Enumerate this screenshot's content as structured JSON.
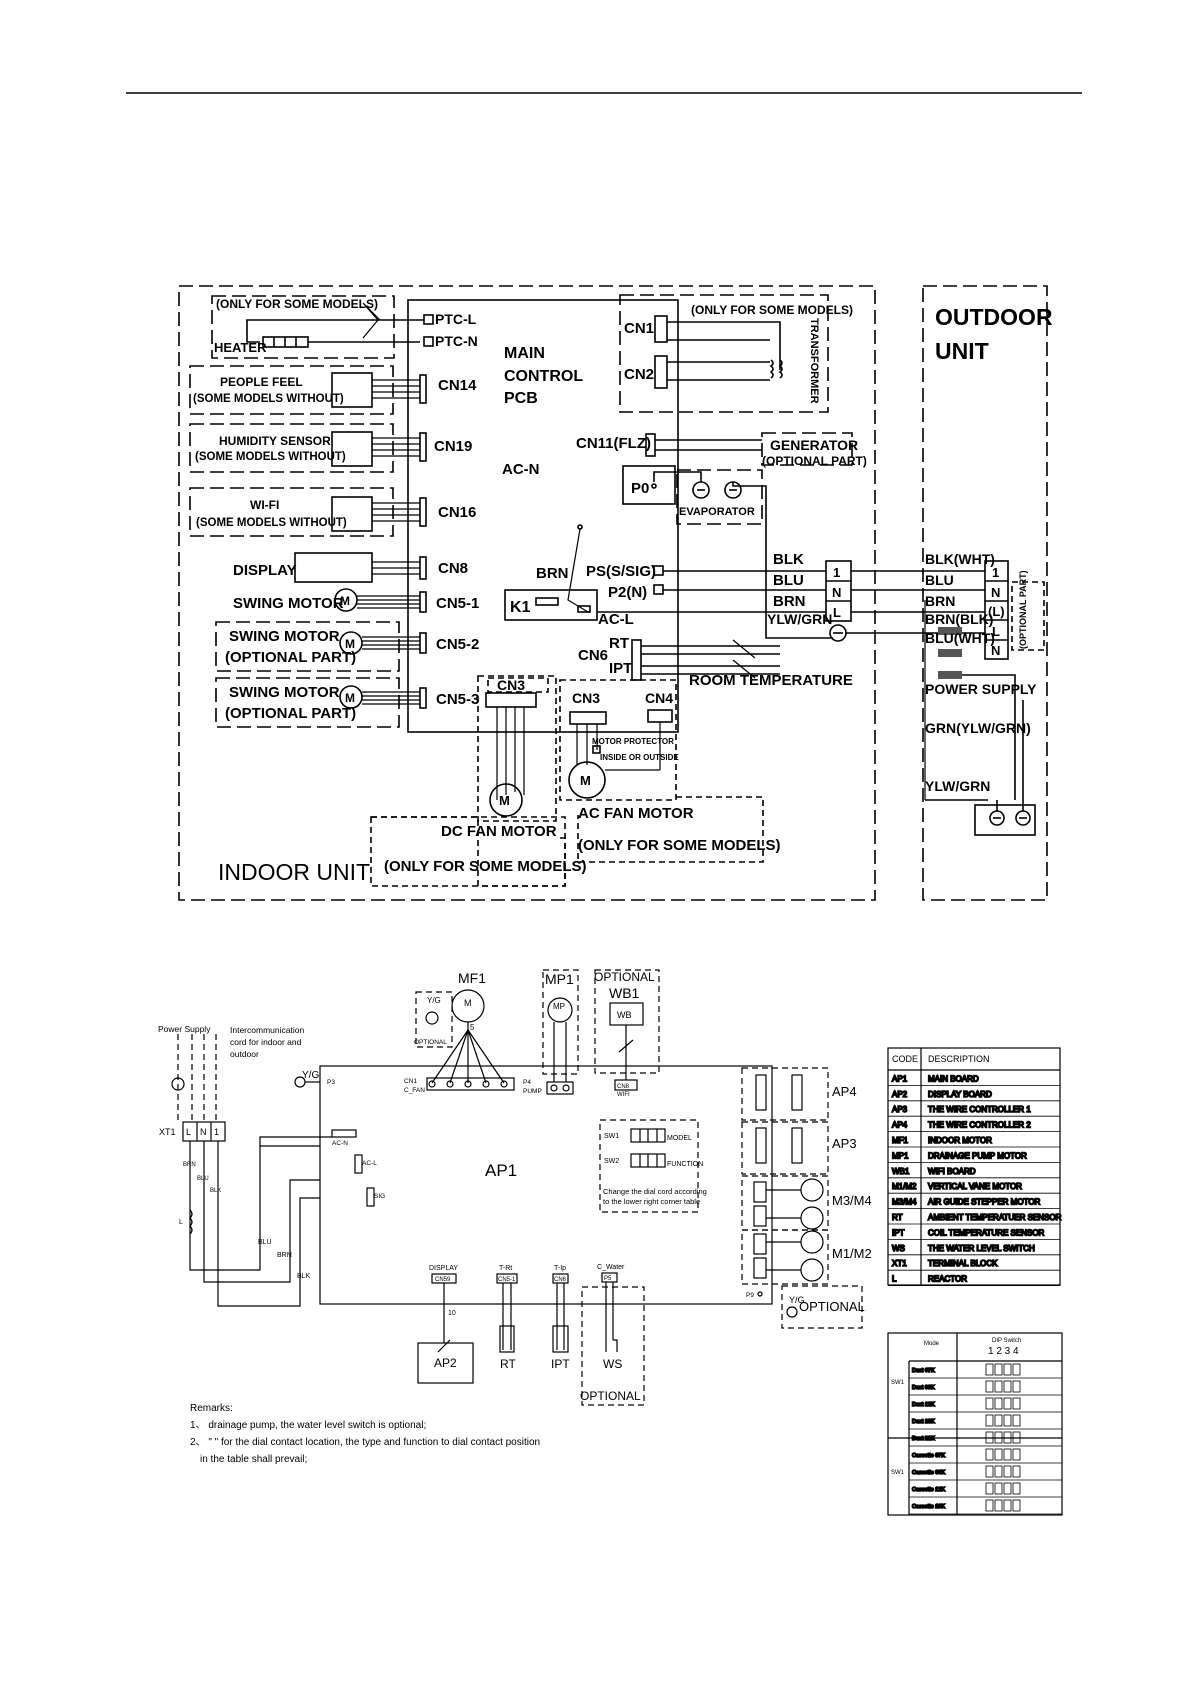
{
  "top": {
    "only_some_heater": "(ONLY FOR SOME MODELS)",
    "ptc_l": "PTC-L",
    "ptc_n": "PTC-N",
    "heater": "HEATER",
    "only_some_transformer": "(ONLY FOR SOME MODELS)",
    "cn1": "CN1",
    "cn2": "CN2",
    "transformer": "TRANSFORMER",
    "main": "MAIN",
    "control": "CONTROL",
    "pcb": "PCB",
    "people_feel": "PEOPLE FEEL",
    "some_without_1": "(SOME MODELS WITHOUT)",
    "cn14": "CN14",
    "humidity": "HUMIDITY SENSOR",
    "some_without_2": "(SOME MODELS WITHOUT)",
    "cn19": "CN19",
    "wifi": "WI-FI",
    "some_without_3": "(SOME MODELS WITHOUT)",
    "cn16": "CN16",
    "display": "DISPLAY",
    "cn8": "CN8",
    "swing1": "SWING MOTOR",
    "cn5_1": "CN5-1",
    "swing2": "SWING MOTOR",
    "opt_part_2": "(OPTIONAL PART)",
    "cn5_2": "CN5-2",
    "swing3": "SWING MOTOR",
    "opt_part_3": "(OPTIONAL PART)",
    "cn5_3": "CN5-3",
    "cn11": "CN11(FLZ)",
    "generator": "GENERATOR",
    "generator_opt": "(OPTIONAL PART)",
    "ac_n": "AC-N",
    "p0": "P0",
    "evaporator": "EVAPORATOR",
    "brn_top": "BRN",
    "ps": "PS(S/SIG)",
    "p2": "P2(N)",
    "k1": "K1",
    "ac_l": "AC-L",
    "cn6": "CN6",
    "rt": "RT",
    "ipt": "IPT",
    "room_temp": "ROOM TEMPERATURE",
    "blk": "BLK",
    "blu": "BLU",
    "brn": "BRN",
    "ylw_grn": "YLW/GRN",
    "t1": "1",
    "tn": "N",
    "tl": "L",
    "cn3_left": "CN3",
    "cn3_right": "CN3",
    "cn4": "CN4",
    "motor_protector": "MOTOR PROTECTOR",
    "inside_outside": "INSIDE OR OUTSIDE",
    "m": "M",
    "dc_fan": "DC FAN MOTOR",
    "only_some_dc": "(ONLY FOR SOME MODELS)",
    "ac_fan": "AC FAN MOTOR",
    "only_some_ac": "(ONLY FOR SOME MODELS)",
    "indoor_unit": "INDOOR UNIT",
    "outdoor": "OUTDOOR",
    "unit": "UNIT",
    "o_blk": "BLK(WHT)",
    "o_blu": "BLU",
    "o_brn": "BRN",
    "o_brn_blk": "BRN(BLK)",
    "o_blu_wht": "BLU(WHT)",
    "o_t1": "1",
    "o_tn": "N",
    "o_tl_paren": "(L)",
    "o_tl": "L",
    "o_tn2": "N",
    "optional_part_v": "(OPTIONAL PART)",
    "power_supply": "POWER SUPPLY",
    "grn_ylw": "GRN(YLW/GRN)",
    "ylw_grn_o": "YLW/GRN"
  },
  "bottom": {
    "mf1": "MF1",
    "yg_opt": "Y/G",
    "optional_small": "OPTIONAL",
    "m_small": "M",
    "five": "5",
    "mp1": "MP1",
    "mp": "MP",
    "optional_wb": "OPTIONAL",
    "wb1": "WB1",
    "wb": "WB",
    "power_supply": "Power Supply",
    "intercom1": "Intercommunication",
    "intercom2": "cord for indoor and",
    "intercom3": "outdoor",
    "yg": "Y/G",
    "p3": "P3",
    "cn1": "CN1",
    "c_fan": "C_FAN",
    "p4": "P4",
    "pump": "PUMP",
    "cn8": "CN8",
    "wifi": "WIFI",
    "xt1": "XT1",
    "xl": "L",
    "xn": "N",
    "x1": "1",
    "brn": "BRN",
    "blu": "BLU",
    "blk": "BLK",
    "l_reactor": "L",
    "ac_n": "AC-N",
    "ac_l": "AC-L",
    "sig": "SIG",
    "ap1": "AP1",
    "sw1": "SW1",
    "sw2": "SW2",
    "model": "MODEL",
    "function": "FUNCTION",
    "change1": "Change the dial cord according",
    "change2": "to the lower right corner table",
    "ap4": "AP4",
    "ap3": "AP3",
    "m3m4": "M3/M4",
    "m1m2": "M1/M2",
    "display": "DISPLAY",
    "cn59": "CN59",
    "t_rt": "T-Rt",
    "cn5_1": "CN5-1",
    "t_ip": "T-Ip",
    "cn6": "CN6",
    "c_water": "C_Water",
    "p5": "P5",
    "p9": "P9",
    "yg2": "Y/G",
    "optional_right": "OPTIONAL",
    "ten": "10",
    "ap2": "AP2",
    "rt": "RT",
    "ipt": "IPT",
    "ws": "WS",
    "optional_ws": "OPTIONAL",
    "remarks": "Remarks:",
    "remark1": "1、 drainage pump, the water level switch is optional;",
    "remark2": "2、 \"  \" for the dial contact location, the type and function to dial contact position",
    "remark3": "in the table shall prevail;"
  },
  "code_table": {
    "header": [
      "CODE",
      "DESCRIPTION"
    ],
    "rows": [
      [
        "AP1",
        "MAIN BOARD"
      ],
      [
        "AP2",
        "DISPLAY BOARD"
      ],
      [
        "AP3",
        "THE WIRE CONTROLLER 1"
      ],
      [
        "AP4",
        "THE WIRE CONTROLLER 2"
      ],
      [
        "MF1",
        "INDOOR MOTOR"
      ],
      [
        "MP1",
        "DRAINAGE PUMP MOTOR"
      ],
      [
        "WB1",
        "WIFI BOARD"
      ],
      [
        "M1/M2",
        "VERTICAL VANE MOTOR"
      ],
      [
        "M3/M4",
        "AIR GUIDE STEPPER MOTOR"
      ],
      [
        "RT",
        "AMBIENT TEMPERATUER SENSOR"
      ],
      [
        "IPT",
        "COIL TEMPERATURE SENSOR"
      ],
      [
        "WS",
        "THE WATER LEVEL SWITCH"
      ],
      [
        "XT1",
        "TERMINAL BLOCK"
      ],
      [
        "L",
        "REACTOR"
      ]
    ]
  },
  "dip_table": {
    "mode_header": "Mode",
    "dip_header": "DIP Switch",
    "dip_numbers": "1  2  3  4",
    "sw_label": "SW1",
    "modes": [
      "Duct 07K",
      "Duct 09K",
      "Duct 12K",
      "Duct 18K",
      "Duct 21K",
      "Cassette 07K",
      "Cassette 09K",
      "Cassette 12K",
      "Cassette 18K"
    ]
  }
}
